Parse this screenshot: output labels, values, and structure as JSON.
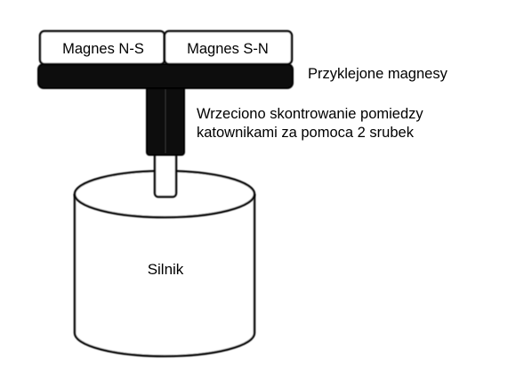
{
  "labels": {
    "magnet_left": "Magnes N-S",
    "magnet_right": "Magnes S-N",
    "glued_magnets": "Przyklejone magnesy",
    "spindle_line1": "Wrzeciono skontrowanie pomiedzy",
    "spindle_line2": "katownikami za pomoca 2 srubek",
    "motor": "Silnik"
  },
  "colors": {
    "background": "#ffffff",
    "outline": "#000000",
    "bar_fill": "#111111",
    "shape_fill": "#ffffff"
  }
}
